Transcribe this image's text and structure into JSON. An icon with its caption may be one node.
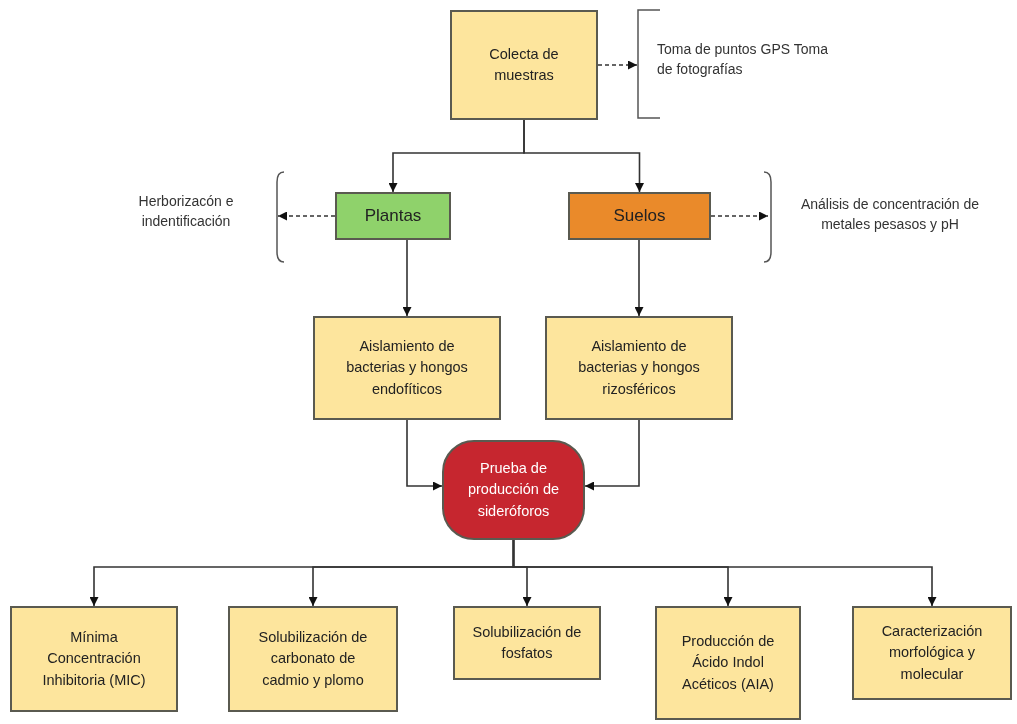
{
  "diagram": {
    "nodes": [
      {
        "text": [
          "Colecta de muestras"
        ]
      },
      {
        "text": [
          "Toma de puntos GPS Toma de fotografías"
        ]
      },
      {
        "text": [
          "Plantas"
        ]
      },
      {
        "text": [
          "Suelos"
        ]
      },
      {
        "text": [
          "Herborizacón e indentificación"
        ]
      },
      {
        "text": [
          "Análisis de concentración de metales pesasos y pH"
        ]
      },
      {
        "text": [
          "Aislamiento de bacterias y hongos endofíticos"
        ]
      },
      {
        "text": [
          "Aislamiento de bacterias y hongos rizosféricos"
        ]
      },
      {
        "text": [
          "Prueba de producción de sideróforos"
        ]
      },
      {
        "text": [
          "Mínima Concentración Inhibitoria (MIC)"
        ]
      },
      {
        "text": [
          "Solubilización de carbonato de cadmio y plomo"
        ]
      },
      {
        "text": [
          "Solubilización de fosfatos"
        ]
      },
      {
        "text": [
          "Producción de Ácido Indol Acéticos (AIA)"
        ]
      },
      {
        "text": [
          "Caracterización morfológica y molecular"
        ]
      }
    ],
    "edges": [
      {
        "from": 0,
        "to": 1,
        "arrow": "to",
        "style": "dashed"
      },
      {
        "from": 0,
        "to": 2,
        "arrow": "to"
      },
      {
        "from": 0,
        "to": 3,
        "arrow": "to"
      },
      {
        "from": 2,
        "to": 4,
        "arrow": "to",
        "style": "dashed"
      },
      {
        "from": 3,
        "to": 5,
        "arrow": "to",
        "style": "dashed"
      },
      {
        "from": 2,
        "to": 6,
        "arrow": "to"
      },
      {
        "from": 3,
        "to": 7,
        "arrow": "to"
      },
      {
        "from": 6,
        "to": 8,
        "arrow": "to"
      },
      {
        "from": 7,
        "to": 8,
        "arrow": "to"
      },
      {
        "from": 8,
        "to": 9,
        "arrow": "to"
      },
      {
        "from": 8,
        "to": 10,
        "arrow": "to"
      },
      {
        "from": 8,
        "to": 11,
        "arrow": "to"
      },
      {
        "from": 8,
        "to": 12,
        "arrow": "to"
      },
      {
        "from": 8,
        "to": 13,
        "arrow": "to"
      }
    ]
  }
}
